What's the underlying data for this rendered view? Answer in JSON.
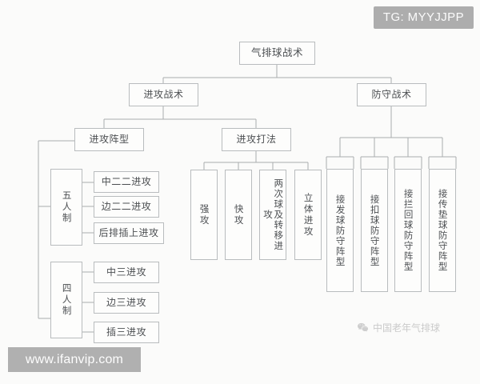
{
  "diagram": {
    "type": "tree",
    "title": "气排球战术",
    "root": {
      "label": "气排球战术"
    },
    "level2": [
      {
        "label": "进攻战术"
      },
      {
        "label": "防守战术"
      }
    ],
    "level3_offense": [
      {
        "label": "进攻阵型"
      },
      {
        "label": "进攻打法"
      }
    ],
    "formation_groups": [
      {
        "label": "五人制",
        "children": [
          {
            "label": "中二二进攻"
          },
          {
            "label": "边二二进攻"
          },
          {
            "label": "后排插上进攻"
          }
        ]
      },
      {
        "label": "四人制",
        "children": [
          {
            "label": "中三进攻"
          },
          {
            "label": "边三进攻"
          },
          {
            "label": "插三进攻"
          }
        ]
      }
    ],
    "play_styles": [
      {
        "label": "强攻"
      },
      {
        "label": "快攻"
      },
      {
        "label": "两次球及转移进攻"
      },
      {
        "label": "立体进攻"
      }
    ],
    "defense_formations": [
      {
        "label": "接发球防守阵型"
      },
      {
        "label": "接扣球防守阵型"
      },
      {
        "label": "接拦回球防守阵型"
      },
      {
        "label": "接传垫球防守阵型"
      }
    ]
  },
  "overlays": {
    "tg_badge": "TG: MYYJJPP",
    "site_watermark": "www.ifanvip.com",
    "wechat_watermark": "中国老年气排球",
    "wechat_icon_name": "wechat-icon"
  },
  "colors": {
    "background": "#fbfbfa",
    "node_border": "#b9bcbe",
    "node_fill": "#fdfdfc",
    "text": "#4c4f52",
    "connector": "#a9acae",
    "badge_bg": "#adadad",
    "watermark_bg": "#b0b0b0",
    "watermark_text": "#fdfdfd"
  }
}
